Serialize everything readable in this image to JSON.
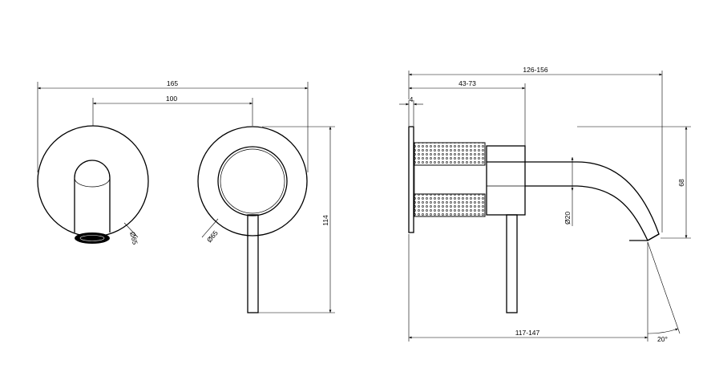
{
  "dimensions": {
    "width_165": "165",
    "spacing_100": "100",
    "dia_65_spout": "Ø65",
    "dia_65_handle": "Ø65",
    "height_114": "114",
    "wall_4": "4",
    "depth_43_73": "43-73",
    "total_126_156": "126-156",
    "height_68": "68",
    "dia_20": "Ø20",
    "spout_117_147": "117-147",
    "angle_20": "20°"
  }
}
